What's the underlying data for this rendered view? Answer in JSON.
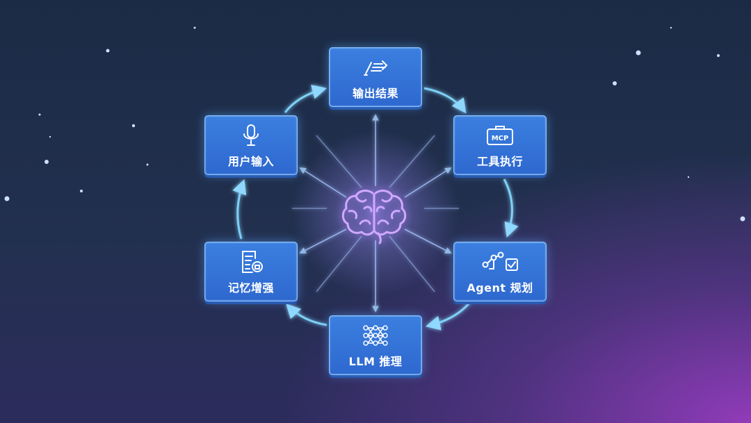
{
  "nodes": {
    "output": {
      "label": "输出结果",
      "icon": "output-pen-icon"
    },
    "tools": {
      "label": "工具执行",
      "icon": "mcp-toolbox-icon",
      "badge": "MCP"
    },
    "agent": {
      "label": "Agent 规划",
      "icon": "agent-planning-icon"
    },
    "llm": {
      "label": "LLM 推理",
      "icon": "neural-network-icon"
    },
    "memory": {
      "label": "记忆增强",
      "icon": "memory-document-icon"
    },
    "input": {
      "label": "用户输入",
      "icon": "microphone-icon"
    }
  },
  "center": {
    "icon": "brain-icon"
  },
  "colors": {
    "node_fill": "#3476dc",
    "node_border": "#8cc4ff",
    "arrow": "#7fd0f5",
    "brain": "#c9a6ff"
  }
}
